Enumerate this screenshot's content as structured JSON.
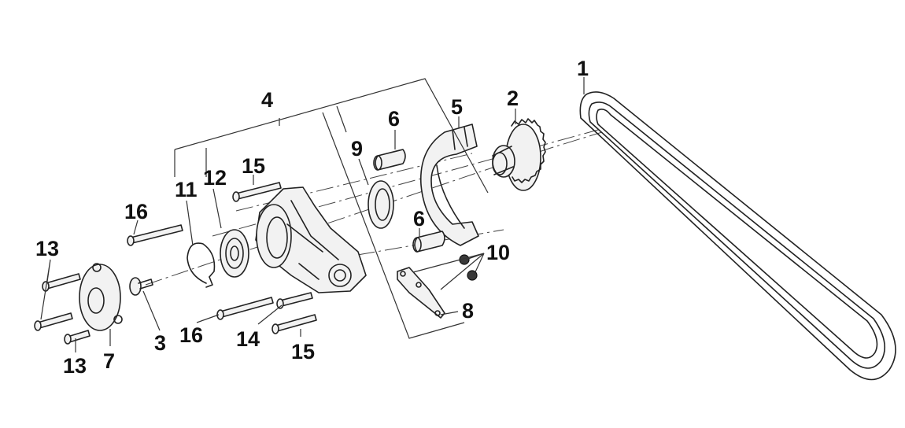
{
  "callouts": {
    "c1": "1",
    "c2": "2",
    "c3": "3",
    "c4": "4",
    "c5": "5",
    "c6a": "6",
    "c6b": "6",
    "c7": "7",
    "c8": "8",
    "c9": "9",
    "c10": "10",
    "c11": "11",
    "c12": "12",
    "c13a": "13",
    "c13b": "13",
    "c14": "14",
    "c15a": "15",
    "c15b": "15",
    "c16a": "16",
    "c16b": "16"
  },
  "colors": {
    "line": "#222222",
    "background": "#ffffff"
  }
}
